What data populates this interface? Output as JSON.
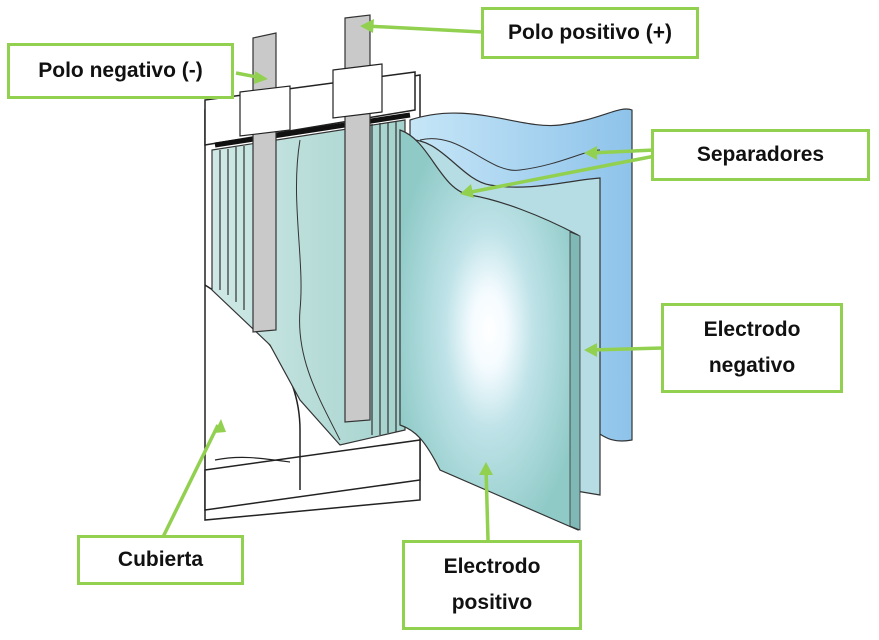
{
  "labels": {
    "positive_pole": "Polo positivo (+)",
    "negative_pole": "Polo negativo (-)",
    "separators": "Separadores",
    "negative_electrode": [
      "Electrodo",
      "negativo"
    ],
    "casing": "Cubierta",
    "positive_electrode": [
      "Electrodo",
      "positivo"
    ]
  },
  "colors": {
    "label_border": "#92d050",
    "leader_line": "#92d050",
    "separator_fill": "#a9d3ef",
    "electrode_fill": "#9fd3d0",
    "pole_fill": "#c8c8c8",
    "casing_fill": "#ffffff"
  }
}
